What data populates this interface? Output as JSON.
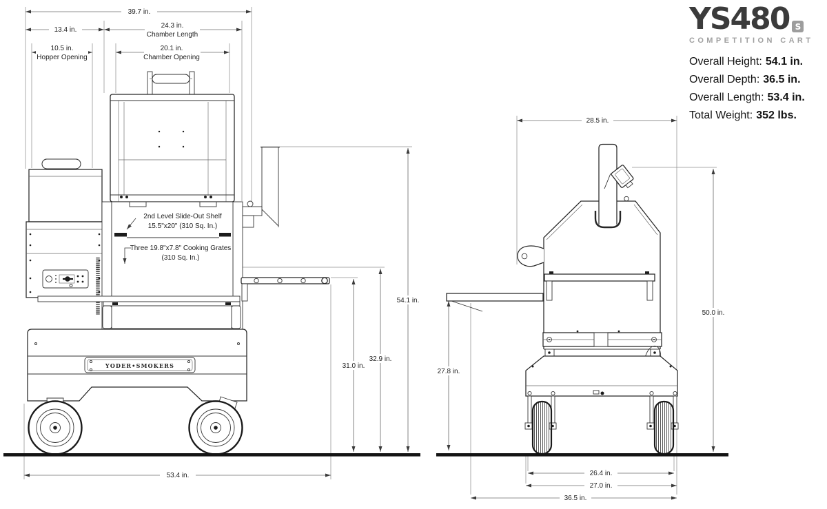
{
  "brand": {
    "model": "YS480",
    "badge": "S",
    "tagline": "COMPETITION CART"
  },
  "specs": {
    "rows": [
      {
        "label": "Overall Height:",
        "value": "54.1 in."
      },
      {
        "label": "Overall Depth:",
        "value": "36.5 in."
      },
      {
        "label": "Overall Length:",
        "value": "53.4 in."
      },
      {
        "label": "Total Weight:",
        "value": "352 lbs."
      }
    ]
  },
  "side_view": {
    "dim_overall_length": "39.7 in.",
    "dim_hopper_width": "13.4 in.",
    "dim_chamber_length": "24.3 in.",
    "cap_chamber_length": "Chamber Length",
    "dim_hopper_opening": "10.5 in.",
    "cap_hopper_opening": "Hopper Opening",
    "dim_chamber_opening": "20.1 in.",
    "cap_chamber_opening": "Chamber Opening",
    "dim_overall_height": "54.1 in.",
    "dim_door_height": "32.9 in.",
    "dim_shelf_height": "31.0 in.",
    "dim_base_length": "53.4 in.",
    "note_shelf_1": "2nd Level Slide-Out Shelf",
    "note_shelf_2": "15.5\"x20\" (310 Sq. In.)",
    "note_grates_1": "Three 19.8\"x7.8\" Cooking Grates",
    "note_grates_2": "(310 Sq. In.)",
    "nameplate": "YODER•SMOKERS"
  },
  "rear_view": {
    "dim_top_width": "28.5 in.",
    "dim_chimney_height": "50.0 in.",
    "dim_shelf_height": "27.8 in.",
    "dim_track_inner": "26.4 in.",
    "dim_track_outer": "27.0 in.",
    "dim_overall_depth": "36.5 in."
  }
}
